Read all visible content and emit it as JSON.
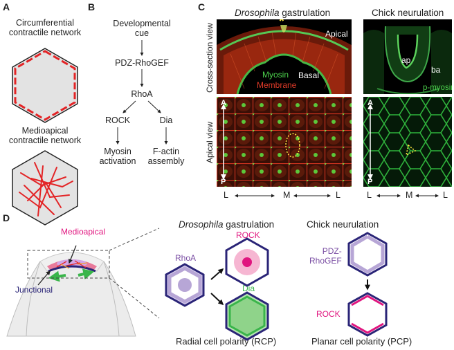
{
  "panels": {
    "A": "A",
    "B": "B",
    "C": "C",
    "D": "D"
  },
  "panelA": {
    "top_label": "Circumferential\ncontractile network",
    "bottom_label": "Medioapical\ncontractile network"
  },
  "panelB": {
    "nodes": [
      "Developmental\ncue",
      "PDZ-RhoGEF",
      "RhoA",
      "ROCK",
      "Dia",
      "Myosin\nactivation",
      "F-actin\nassembly"
    ]
  },
  "panelC": {
    "dros_title_italic": "Drosophila",
    "dros_title_rest": " gastrulation",
    "chick_title": "Chick neurulation",
    "cross_section_label": "Cross-section view",
    "apical_view_label": "Apical view",
    "apical_label": "Apical",
    "basal_label": "Basal",
    "myosin_label": "Myosin",
    "membrane_label": "Membrane",
    "ap_label": "ap",
    "ba_label": "ba",
    "pmyosin_label": "p-myosin",
    "A_label": "A",
    "P_label": "P",
    "axis_L": "L",
    "axis_M": "M",
    "star": "*"
  },
  "panelD": {
    "medioapical": "Medioapical",
    "junctional": "Junctional",
    "dros_italic": "Drosophila",
    "dros_rest": " gastrulation",
    "chick": "Chick neurulation",
    "rhoa": "RhoA",
    "rock": "ROCK",
    "dia": "Dia",
    "pdz": "PDZ-\nRhoGEF",
    "rock2": "ROCK",
    "rcp": "Radial cell polarity (RCP)",
    "pcp": "Planar cell polarity (PCP)"
  },
  "colors": {
    "navy": "#2a2477",
    "lavender": "#b7a6d6",
    "purple": "#7a4ea3",
    "magenta": "#e0157f",
    "green": "#39b54a",
    "red": "#e32426"
  }
}
